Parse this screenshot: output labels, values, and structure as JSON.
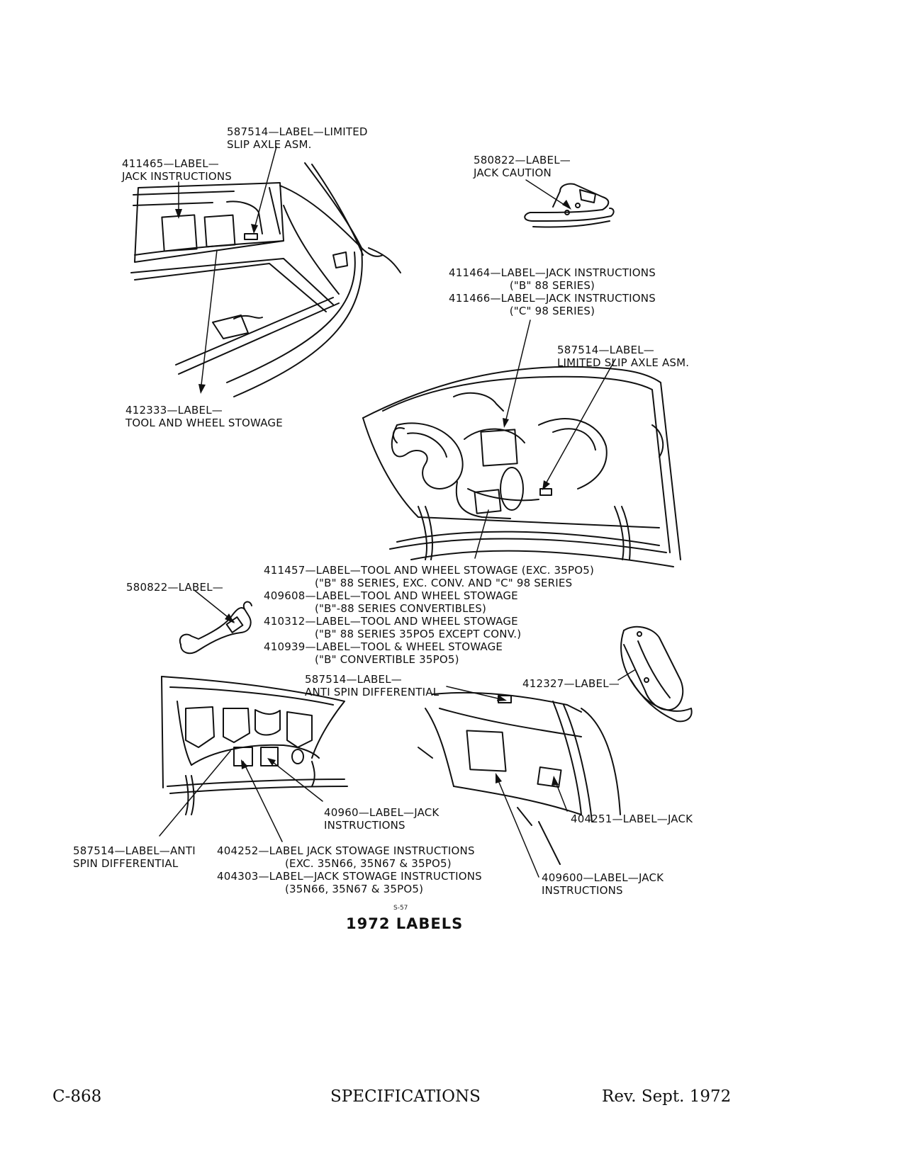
{
  "callouts": {
    "label_587514_top": [
      "587514—LABEL—LIMITED",
      "SLIP AXLE ASM."
    ],
    "label_411465": [
      "411465—LABEL—",
      "JACK INSTRUCTIONS"
    ],
    "label_580822_caution": [
      "580822—LABEL—",
      "JACK CAUTION"
    ],
    "label_411464": [
      "411464—LABEL—JACK INSTRUCTIONS",
      "(\"B\" 88 SERIES)",
      "411466—LABEL—JACK INSTRUCTIONS",
      "(\"C\" 98 SERIES)"
    ],
    "label_587514_mid": [
      "587514—LABEL—",
      "LIMITED SLIP AXLE ASM."
    ],
    "label_412333": [
      "412333—LABEL—",
      "TOOL AND WHEEL STOWAGE"
    ],
    "label_411457": [
      "411457—LABEL—TOOL AND WHEEL STOWAGE (EXC. 35PO5)",
      "(\"B\" 88 SERIES, EXC. CONV. AND \"C\" 98 SERIES",
      "409608—LABEL—TOOL AND WHEEL STOWAGE",
      "(\"B\"-88 SERIES CONVERTIBLES)",
      "410312—LABEL—TOOL AND WHEEL STOWAGE",
      "(\"B\" 88 SERIES 35PO5 EXCEPT CONV.)",
      "410939—LABEL—TOOL & WHEEL STOWAGE",
      "(\"B\" CONVERTIBLE 35PO5)"
    ],
    "label_580822": [
      "580822—LABEL—"
    ],
    "label_587514_anti_spin": [
      "587514—LABEL—",
      "ANTI SPIN DIFFERENTIAL"
    ],
    "label_412327": [
      "412327—LABEL—"
    ],
    "label_40960": [
      "40960—LABEL—JACK",
      "INSTRUCTIONS"
    ],
    "label_404251": [
      "404251—LABEL—JACK"
    ],
    "label_587514_bottom": [
      "587514—LABEL—ANTI",
      "SPIN DIFFERENTIAL"
    ],
    "label_404252": [
      "404252—LABEL JACK STOWAGE INSTRUCTIONS",
      "(EXC. 35N66, 35N67 & 35PO5)",
      "404303—LABEL—JACK STOWAGE INSTRUCTIONS",
      "(35N66, 35N67 & 35PO5)"
    ],
    "label_409600": [
      "409600—LABEL—JACK",
      "INSTRUCTIONS"
    ]
  },
  "figure": {
    "number": "S-57",
    "title": "1972 LABELS"
  },
  "footer": {
    "page_id": "C-868",
    "section": "SPECIFICATIONS",
    "revision": "Rev. Sept. 1972"
  },
  "colors": {
    "ink": "#111111",
    "paper": "#ffffff"
  }
}
